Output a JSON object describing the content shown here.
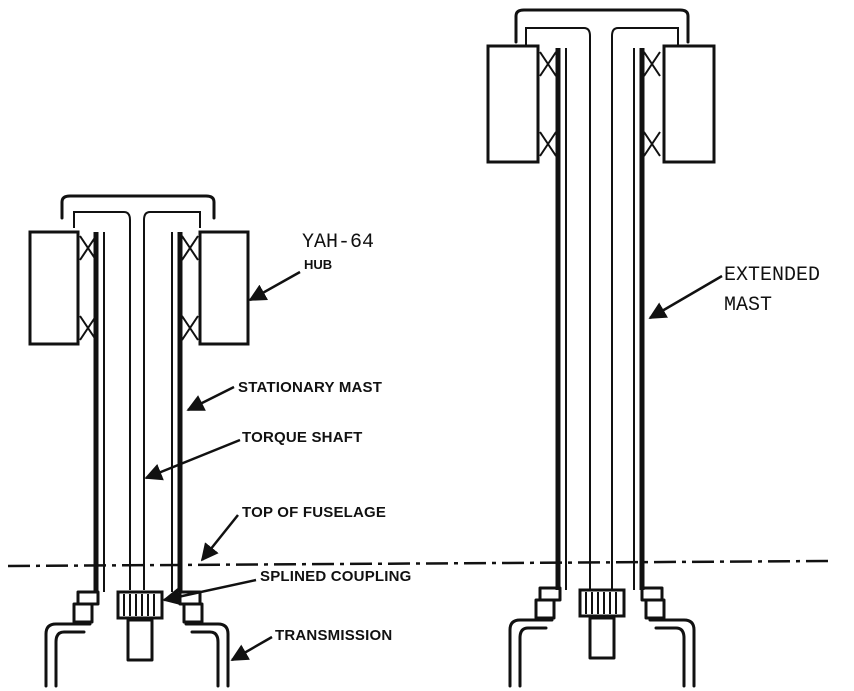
{
  "labels": {
    "hub_line1": "YAH-64",
    "hub_line2": "HUB",
    "stationary_mast": "STATIONARY MAST",
    "torque_shaft": "TORQUE SHAFT",
    "top_of_fuselage": "TOP OF FUSELAGE",
    "splined_coupling": "SPLINED COUPLING",
    "transmission": "TRANSMISSION",
    "extended_line1": "EXTENDED",
    "extended_line2": "MAST"
  }
}
